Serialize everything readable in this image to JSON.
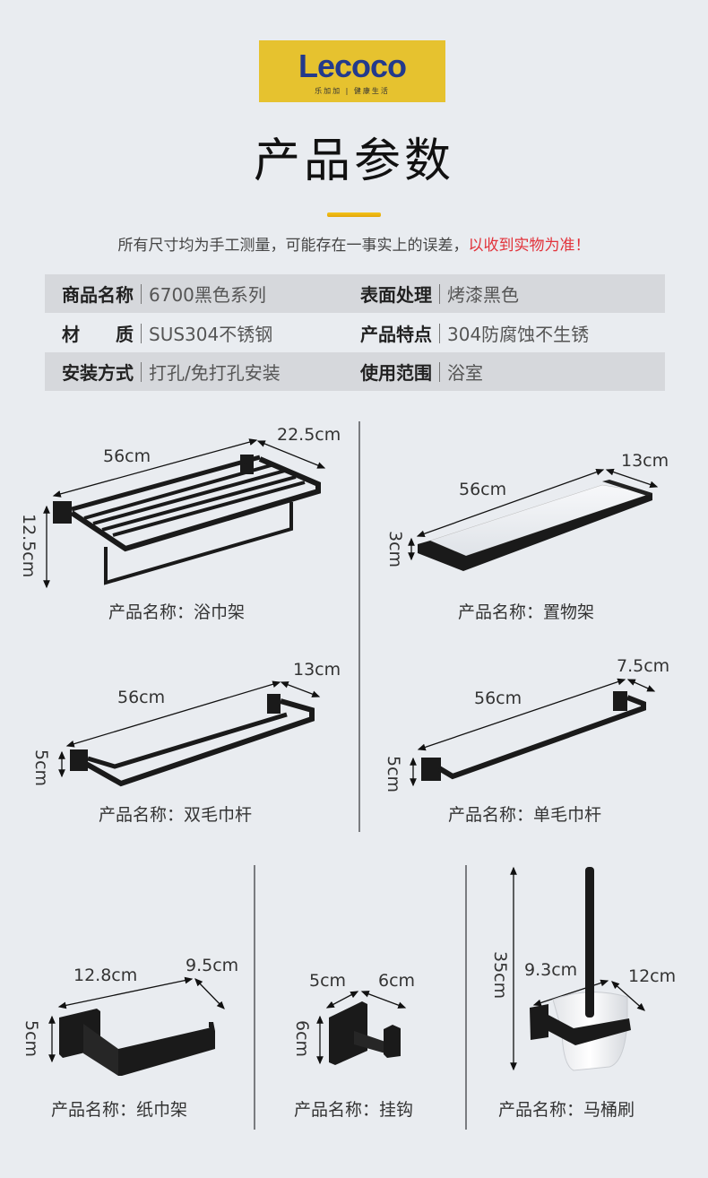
{
  "brand": {
    "name": "Lecoco",
    "tagline": "乐加加 | 健康生活",
    "logo_bg": "#e6c22f",
    "logo_text_color": "#233a8c"
  },
  "header": {
    "title": "产品参数",
    "accent_color": "#f2c419"
  },
  "notice": {
    "text": "所有尺寸均为手工测量，可能存在一事实上的误差，",
    "highlight": "以收到实物为准！",
    "highlight_color": "#e2333b"
  },
  "specs": [
    [
      {
        "label": "商品名称",
        "value": "6700黑色系列"
      },
      {
        "label": "表面处理",
        "value": "烤漆黑色"
      }
    ],
    [
      {
        "label": "材　　质",
        "value": "SUS304不锈钢"
      },
      {
        "label": "产品特点",
        "value": "304防腐蚀不生锈"
      }
    ],
    [
      {
        "label": "安装方式",
        "value": "打孔/免打孔安装"
      },
      {
        "label": "使用范围",
        "value": "浴室"
      }
    ]
  ],
  "products": [
    {
      "name": "产品名称：浴巾架",
      "dims": {
        "length": "56cm",
        "depth": "22.5cm",
        "height": "12.5cm"
      }
    },
    {
      "name": "产品名称：置物架",
      "dims": {
        "length": "56cm",
        "depth": "13cm",
        "height": "3cm"
      }
    },
    {
      "name": "产品名称：双毛巾杆",
      "dims": {
        "length": "56cm",
        "depth": "13cm",
        "height": "5cm"
      }
    },
    {
      "name": "产品名称：单毛巾杆",
      "dims": {
        "length": "56cm",
        "depth": "7.5cm",
        "height": "5cm"
      }
    },
    {
      "name": "产品名称：纸巾架",
      "dims": {
        "length": "12.8cm",
        "depth": "9.5cm",
        "height": "5cm"
      }
    },
    {
      "name": "产品名称：挂钩",
      "dims": {
        "length": "5cm",
        "depth": "6cm",
        "height": "6cm"
      }
    },
    {
      "name": "产品名称：马桶刷",
      "dims": {
        "length": "9.3cm",
        "depth": "12cm",
        "height": "35cm"
      }
    }
  ]
}
